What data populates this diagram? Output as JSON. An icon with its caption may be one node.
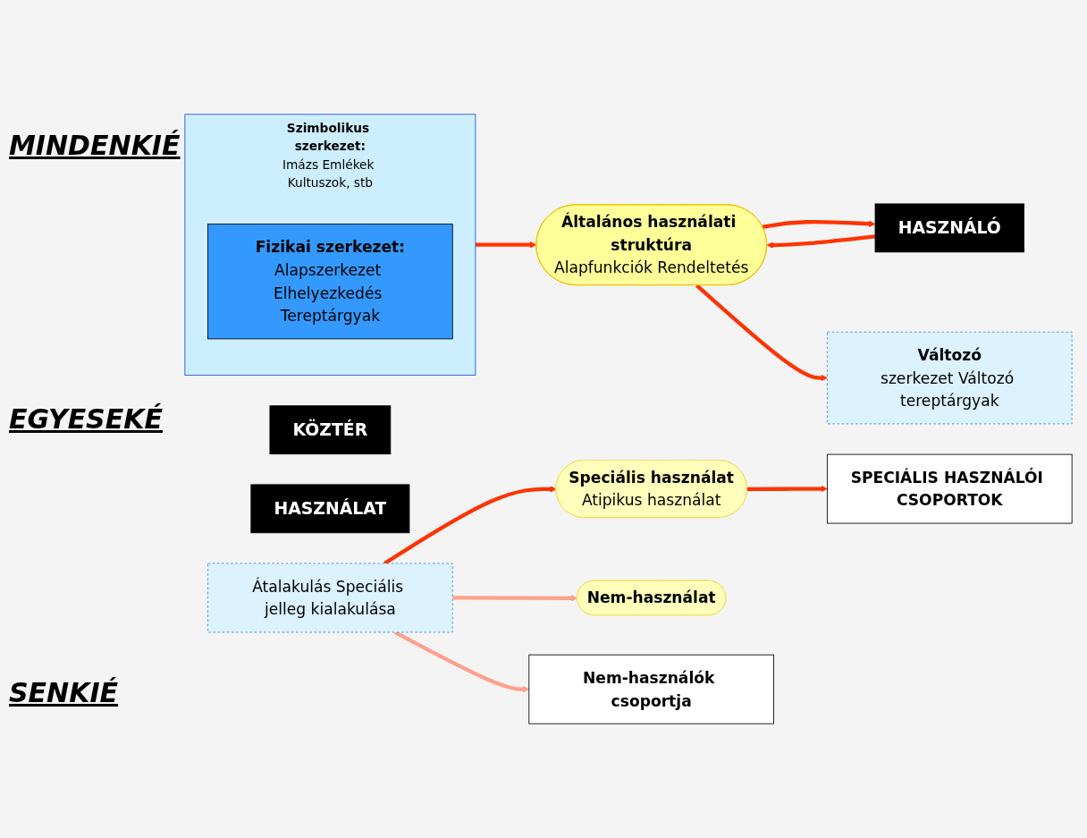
{
  "diagram": {
    "nodes": [
      {
        "text": [
          "KÖZTÉR"
        ]
      },
      {
        "text": [
          "Szimbolikus szerkezet:",
          "Imázs Emlékek Kultuszok, stb"
        ]
      },
      {
        "text": [
          "Fizikai szerkezet:",
          "Alapszerkezet Elhelyezkedés Tereptárgyak"
        ],
        "in": 1
      },
      {
        "text": [
          "HASZNÁLAT"
        ]
      },
      {
        "text": [
          "Általános használati struktúra",
          "Alapfunkciók Rendeltetés"
        ]
      },
      {
        "text": [
          "HASZNÁLÓ"
        ]
      },
      {
        "text": [
          "Változó",
          "szerkezet Változó tereptárgyak"
        ]
      },
      {
        "text": [
          "Speciális használat",
          "Atipikus használat"
        ]
      },
      {
        "text": [
          "SPECIÁLIS HASZNÁLÓI CSOPORTOK"
        ]
      },
      {
        "text": [
          "Átalakulás Speciális jelleg kialakulása"
        ]
      },
      {
        "text": [
          "Nem-használat"
        ]
      },
      {
        "text": [
          "Nem-használók csoportja"
        ]
      }
    ],
    "edges": [
      {
        "from": 1,
        "to": 4,
        "arrow": "to"
      },
      {
        "from": 4,
        "to": 5,
        "arrow": "to"
      },
      {
        "from": 5,
        "to": 4,
        "arrow": "to"
      },
      {
        "from": 4,
        "to": 6,
        "arrow": "to"
      },
      {
        "from": 7,
        "to": 8,
        "arrow": "to"
      },
      {
        "from": 9,
        "to": 7,
        "arrow": "to"
      },
      {
        "from": 9,
        "to": 10,
        "arrow": "to",
        "color": "#ffa08c"
      },
      {
        "from": 9,
        "to": 11,
        "arrow": "to",
        "color": "#ffa08c"
      }
    ],
    "labels": [
      "MINDENKIÉ",
      "EGYESEKÉ",
      "SENKIÉ"
    ]
  }
}
